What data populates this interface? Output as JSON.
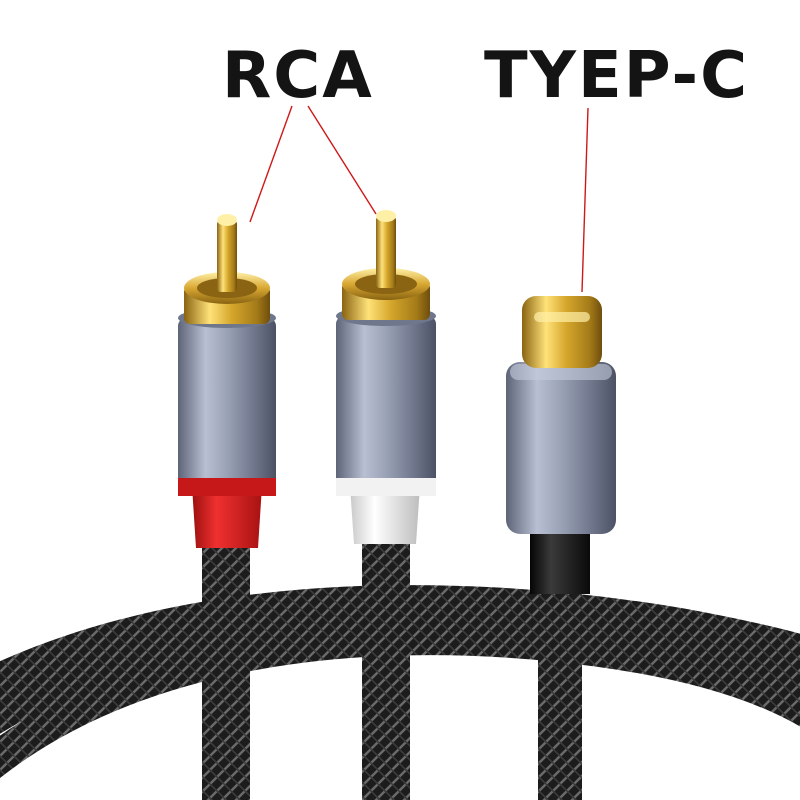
{
  "labels": {
    "rca": "RCA",
    "typec": "TYEP-C"
  },
  "colors": {
    "background": "#ffffff",
    "label_text": "#141414",
    "pointer_line": "#d01818",
    "gold": "#d8b040",
    "metal_shell": "#8e96aa",
    "red_collar": "#d21a1a",
    "white_collar": "#eeeeee",
    "black_collar": "#151515",
    "braid": "#2a2a2a"
  },
  "icons": [
    "rca-plug-red",
    "rca-plug-white",
    "usb-c-plug",
    "braided-cable"
  ]
}
